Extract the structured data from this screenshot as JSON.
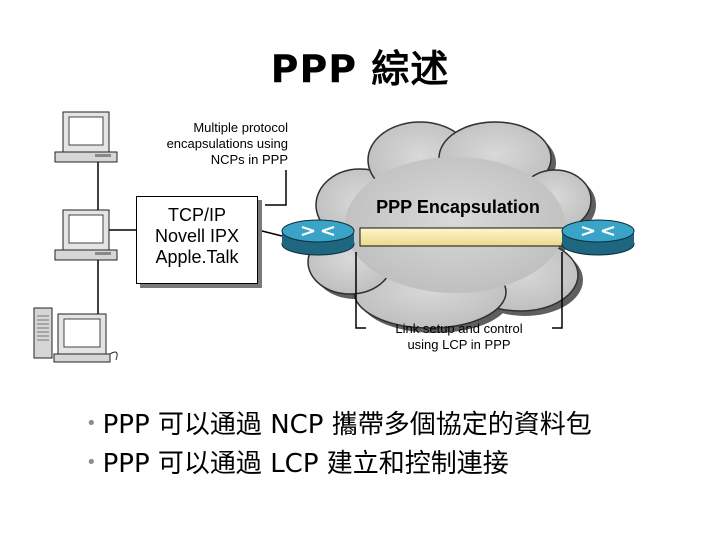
{
  "title": "PPP 綜述",
  "ncp_note": [
    "Multiple protocol",
    "encapsulations using",
    "NCPs in PPP"
  ],
  "protocols": [
    "TCP/IP",
    "Novell IPX",
    "Apple.Talk"
  ],
  "encapsulation_label": "PPP Encapsulation",
  "lcp_note": [
    "Link setup and control",
    "using LCP in PPP"
  ],
  "bullets": [
    "PPP 可以通過 NCP 攜帶多個協定的資料包",
    "PPP 可以通過 LCP 建立和控制連接"
  ],
  "colors": {
    "cloud": "#c9c9c9",
    "router": "#2f8fb4",
    "link_bar": "#f5e7a1",
    "monitor": "#e4e4e4"
  }
}
